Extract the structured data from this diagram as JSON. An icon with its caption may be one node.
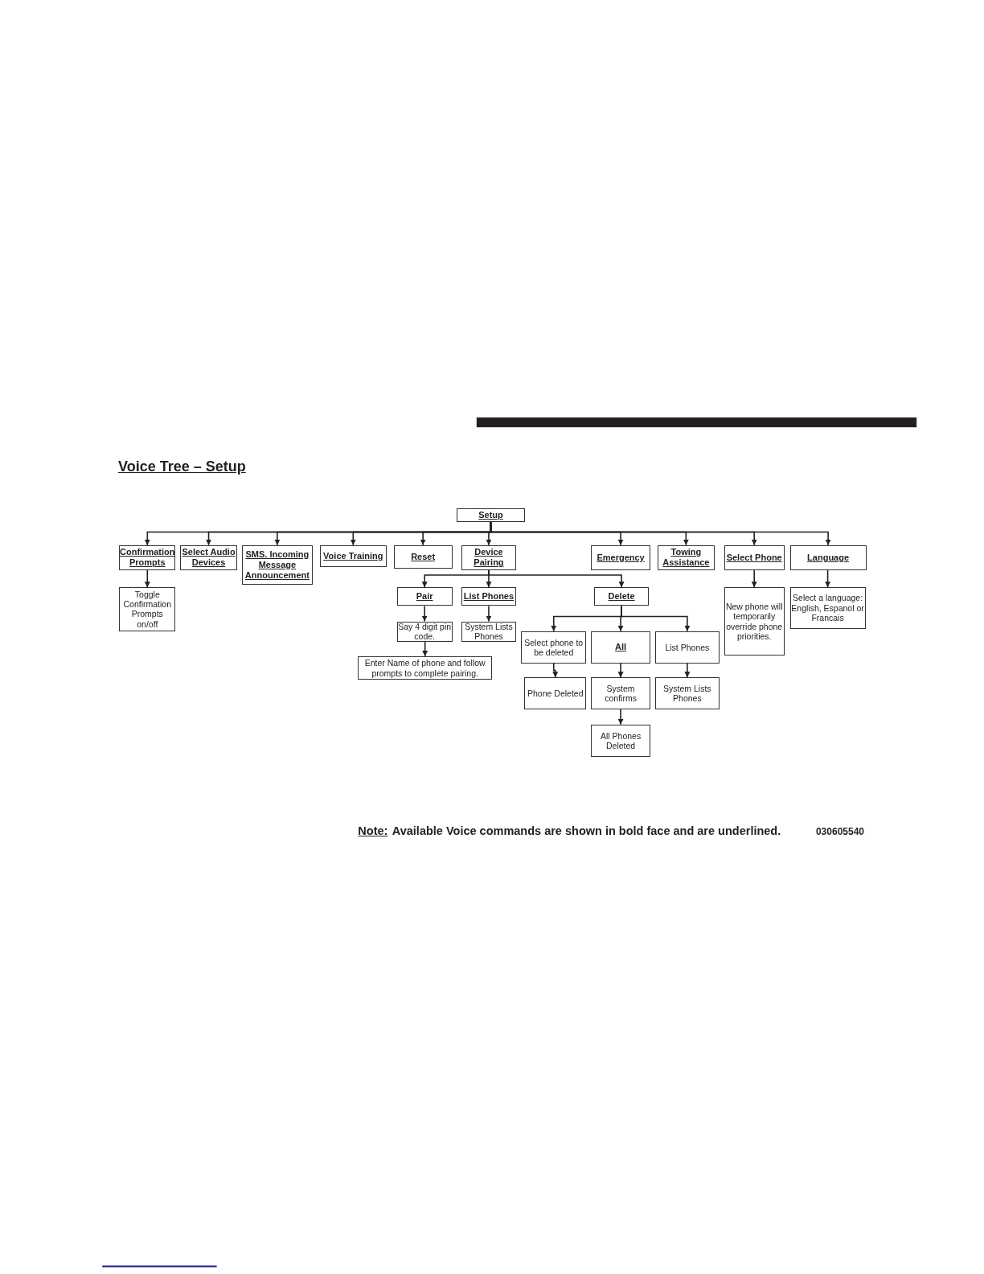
{
  "diagram": {
    "title": "Voice Tree – Setup",
    "nodes": [
      {
        "text": [
          "Setup"
        ]
      },
      {
        "text": [
          "Confirmation Prompts"
        ]
      },
      {
        "text": [
          "Select Audio Devices"
        ]
      },
      {
        "text": [
          "SMS. Incoming Message Announcement"
        ]
      },
      {
        "text": [
          "Voice Training"
        ]
      },
      {
        "text": [
          "Reset"
        ]
      },
      {
        "text": [
          "Device Pairing"
        ]
      },
      {
        "text": [
          "Emergency"
        ]
      },
      {
        "text": [
          "Towing Assistance"
        ]
      },
      {
        "text": [
          "Select Phone"
        ]
      },
      {
        "text": [
          "Language"
        ]
      },
      {
        "text": [
          "Toggle Confirmation Prompts on/off"
        ]
      },
      {
        "text": [
          "Pair"
        ]
      },
      {
        "text": [
          "List Phones"
        ]
      },
      {
        "text": [
          "Delete"
        ]
      },
      {
        "text": [
          "New phone will temporarily override phone priorities."
        ]
      },
      {
        "text": [
          "Select a language: English, Espanol or Francais"
        ]
      },
      {
        "text": [
          "Say 4 digit pin code."
        ]
      },
      {
        "text": [
          "System Lists Phones"
        ]
      },
      {
        "text": [
          "Select phone to be deleted"
        ]
      },
      {
        "text": [
          "All"
        ]
      },
      {
        "text": [
          "List Phones"
        ]
      },
      {
        "text": [
          "Enter Name of phone and follow prompts to complete pairing."
        ]
      },
      {
        "text": [
          "Phone Deleted"
        ]
      },
      {
        "text": [
          "System confirms"
        ]
      },
      {
        "text": [
          "System Lists Phones"
        ]
      },
      {
        "text": [
          "All Phones Deleted"
        ]
      }
    ],
    "edges": [
      {
        "from": 0,
        "to": 1,
        "arrow": "to"
      },
      {
        "from": 0,
        "to": 2,
        "arrow": "to"
      },
      {
        "from": 0,
        "to": 3,
        "arrow": "to"
      },
      {
        "from": 0,
        "to": 4,
        "arrow": "to"
      },
      {
        "from": 0,
        "to": 5,
        "arrow": "to"
      },
      {
        "from": 0,
        "to": 6,
        "arrow": "to"
      },
      {
        "from": 0,
        "to": 7,
        "arrow": "to"
      },
      {
        "from": 0,
        "to": 8,
        "arrow": "to"
      },
      {
        "from": 0,
        "to": 9,
        "arrow": "to"
      },
      {
        "from": 0,
        "to": 10,
        "arrow": "to"
      },
      {
        "from": 1,
        "to": 11,
        "arrow": "to"
      },
      {
        "from": 6,
        "to": 12,
        "arrow": "to"
      },
      {
        "from": 6,
        "to": 13,
        "arrow": "to"
      },
      {
        "from": 6,
        "to": 14,
        "arrow": "to"
      },
      {
        "from": 9,
        "to": 15,
        "arrow": "to"
      },
      {
        "from": 10,
        "to": 16,
        "arrow": "to"
      },
      {
        "from": 12,
        "to": 17,
        "arrow": "to"
      },
      {
        "from": 13,
        "to": 18,
        "arrow": "to"
      },
      {
        "from": 17,
        "to": 22,
        "arrow": "to"
      },
      {
        "from": 14,
        "to": 19,
        "arrow": "to"
      },
      {
        "from": 14,
        "to": 20,
        "arrow": "to"
      },
      {
        "from": 14,
        "to": 21,
        "arrow": "to"
      },
      {
        "from": 19,
        "to": 23,
        "arrow": "to"
      },
      {
        "from": 20,
        "to": 24,
        "arrow": "to"
      },
      {
        "from": 21,
        "to": 25,
        "arrow": "to"
      },
      {
        "from": 24,
        "to": 26,
        "arrow": "to"
      }
    ],
    "labels": [
      "Note:",
      "Available Voice commands are shown in bold face and are underlined.",
      "030605540"
    ]
  }
}
